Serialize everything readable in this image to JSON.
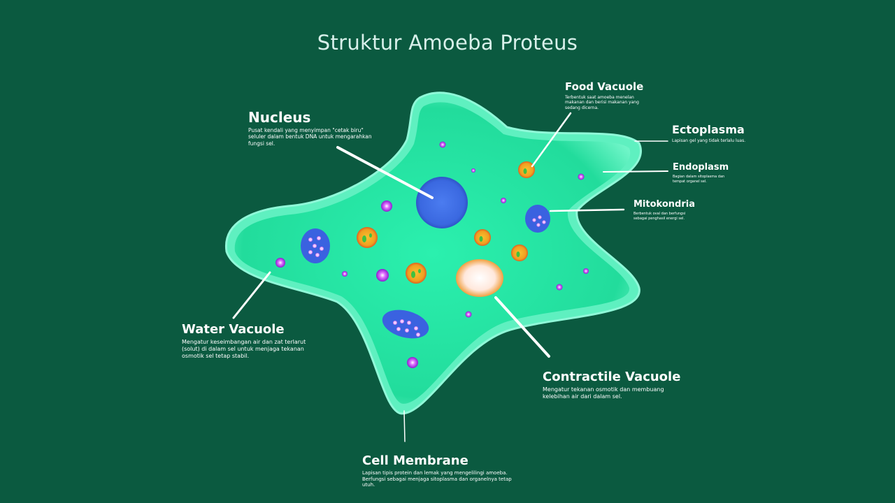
{
  "title": "Struktur Amoeba Proteus",
  "colors": {
    "background": "#0b5a40",
    "cytoplasm": "#2de8a6",
    "nucleus": "#3f6fe6",
    "food_vacuole": "#f0a020",
    "contractile_vacuole": "#fff0e0",
    "granule": "#c040f0"
  },
  "labels": {
    "nucleus": {
      "name": "Nucleus",
      "desc": "Pusat kendali yang menyimpan \"cetak biru\" seluler dalam bentuk DNA untuk mengarahkan fungsi sel."
    },
    "food_vacuole": {
      "name": "Food Vacuole",
      "desc": "Terbentuk saat amoeba menelan makanan dan berisi makanan yang sedang dicerna."
    },
    "ectoplasma": {
      "name": "Ectoplasma",
      "desc": "Lapisan gel yang tidak terlalu luas."
    },
    "endoplasm": {
      "name": "Endoplasm",
      "desc": "Bagian dalam sitoplasma dan tempat organel sel."
    },
    "mitokondria": {
      "name": "Mitokondria",
      "desc": "Berbentuk oval dan berfungsi sebagai penghasil energi sel."
    },
    "water_vacuole": {
      "name": "Water Vacuole",
      "desc": "Mengatur keseimbangan air dan zat terlarut (solut) di dalam sel untuk menjaga tekanan osmotik sel tetap stabil."
    },
    "contractile_vacuole": {
      "name": "Contractile Vacuole",
      "desc": "Mengatur tekanan osmotik dan membuang kelebihan air dari dalam sel."
    },
    "cell_membrane": {
      "name": "Cell Membrane",
      "desc": "Lapisan tipis protein dan lemak yang mengelilingi amoeba. Berfungsi sebagai  menjaga sitoplasma dan organelnya tetap utuh."
    }
  }
}
